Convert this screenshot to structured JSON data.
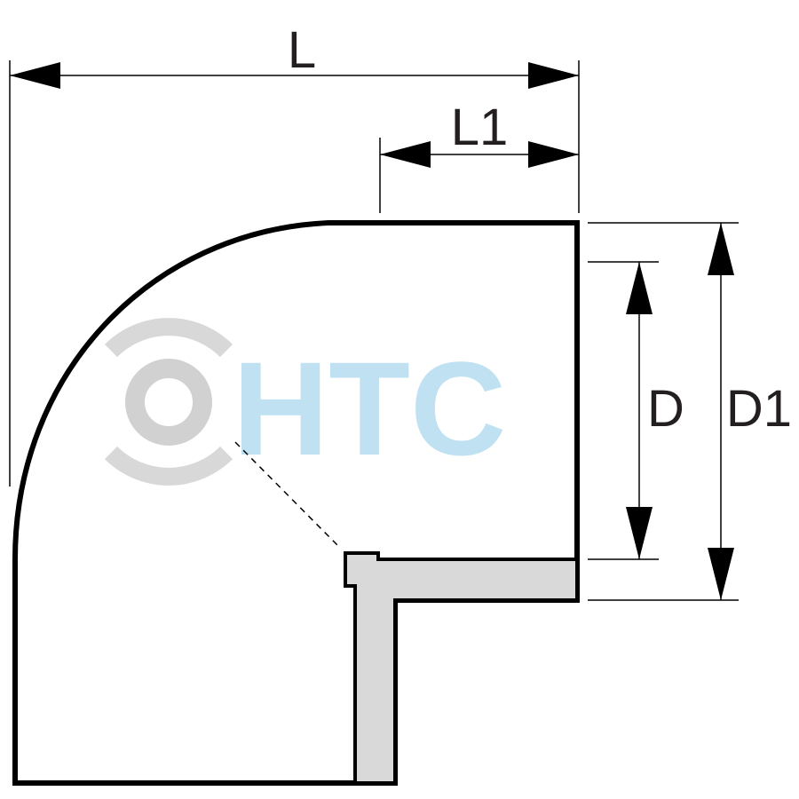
{
  "diagram": {
    "labels": {
      "overall_length": "L",
      "socket_length": "L1",
      "inner_diameter": "D",
      "outer_diameter": "D1"
    },
    "watermark": {
      "text": "HTC"
    },
    "colors": {
      "outline": "#000000",
      "wall_fill": "#d9d9d9",
      "label": "#231f20",
      "watermark_text": "#bfe1f2",
      "watermark_logo": "#cfcfcf"
    }
  }
}
